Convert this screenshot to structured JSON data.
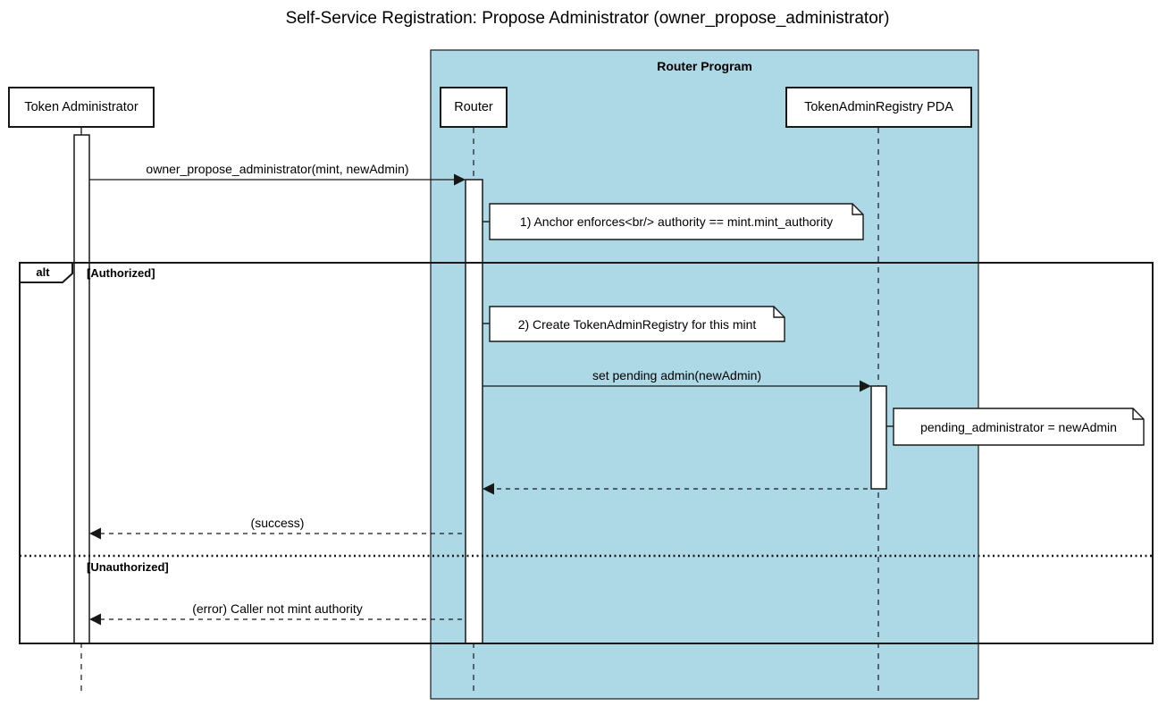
{
  "title": "Self-Service Registration: Propose Administrator (owner_propose_administrator)",
  "diagram_type": "uml-sequence-diagram",
  "colors": {
    "container_fill": "#ADD8E6",
    "line": "#181818",
    "note_fill": "#FFFFFF",
    "participant_fill": "#FFFFFF",
    "text": "#000000",
    "background": "#FFFFFF"
  },
  "container": {
    "label": "Router Program"
  },
  "participants": [
    {
      "label": "Token Administrator"
    },
    {
      "label": "Router"
    },
    {
      "label": "TokenAdminRegistry PDA"
    }
  ],
  "messages": [
    {
      "from": "Token Administrator",
      "to": "Router",
      "label": "owner_propose_administrator(mint, newAdmin)",
      "style": "solid-arrow"
    },
    {
      "from": "Router",
      "to": "TokenAdminRegistry PDA",
      "label": "set pending admin(newAdmin)",
      "style": "solid-arrow"
    },
    {
      "from": "TokenAdminRegistry PDA",
      "to": "Router",
      "label": "",
      "style": "dashed-return"
    },
    {
      "from": "Router",
      "to": "Token Administrator",
      "label": "(success)",
      "style": "dashed-return"
    },
    {
      "from": "Router",
      "to": "Token Administrator",
      "label": "(error) Caller not mint authority",
      "style": "dashed-return"
    }
  ],
  "notes": [
    {
      "attached_to": "Router",
      "text": "1) Anchor enforces<br/> authority == mint.mint_authority"
    },
    {
      "attached_to": "Router",
      "text": "2) Create TokenAdminRegistry for this mint"
    },
    {
      "attached_to": "TokenAdminRegistry PDA",
      "text": "pending_administrator = newAdmin"
    }
  ],
  "alt_frame": {
    "operator": "alt",
    "sections": [
      {
        "guard": "[Authorized]"
      },
      {
        "guard": "[Unauthorized]"
      }
    ]
  }
}
